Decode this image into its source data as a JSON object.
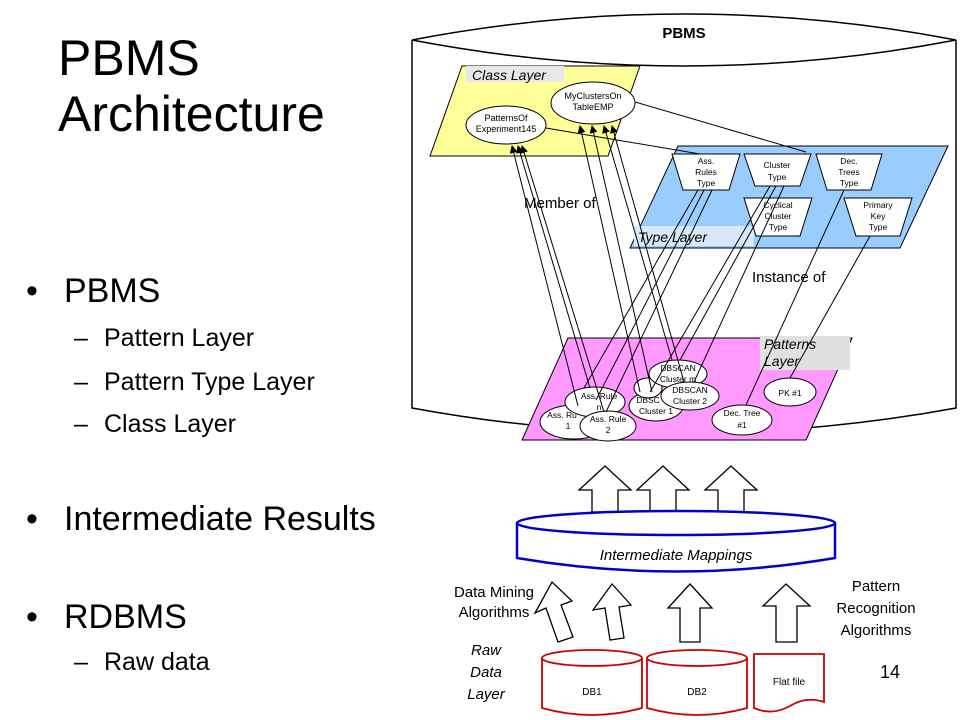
{
  "slide": {
    "title_line1": "PBMS",
    "title_line2": "Architecture",
    "page_number": "14"
  },
  "bullets": [
    {
      "label": "PBMS",
      "sub": [
        "Pattern Layer",
        "Pattern Type Layer",
        "Class Layer"
      ]
    },
    {
      "label": "Intermediate Results",
      "sub": []
    },
    {
      "label": "RDBMS",
      "sub": [
        "Raw data"
      ]
    }
  ],
  "diagram": {
    "pbms_label": "PBMS",
    "class_layer": {
      "label": "Class Layer",
      "nodes": [
        {
          "lines": [
            "PatternsOf",
            "Experiment145"
          ]
        },
        {
          "lines": [
            "MyClustersOn",
            "TableEMP"
          ]
        }
      ]
    },
    "type_layer": {
      "label": "Type Layer",
      "nodes": [
        {
          "lines": [
            "Ass.",
            "Rules",
            "Type"
          ]
        },
        {
          "lines": [
            "Cluster",
            "Type"
          ]
        },
        {
          "lines": [
            "Dec.",
            "Trees",
            "Type"
          ]
        },
        {
          "lines": [
            "Cyclical",
            "Cluster",
            "Type"
          ]
        },
        {
          "lines": [
            "Primary",
            "Key",
            "Type"
          ]
        }
      ]
    },
    "patterns_layer": {
      "label_line1": "Patterns",
      "label_line2": "Layer",
      "nodes": [
        {
          "lines": [
            "Ass. Ru",
            "1"
          ]
        },
        {
          "lines": [
            "Ass. Rule",
            "n"
          ]
        },
        {
          "lines": [
            "Ass. Rule",
            "2"
          ]
        },
        {
          "lines": [
            "DBSC",
            "Cluster 1"
          ]
        },
        {
          "lines": [
            "DBSCAN",
            "Cluster m"
          ]
        },
        {
          "lines": [
            "DBSCAN",
            "Cluster 2"
          ]
        },
        {
          "lines": [
            "PK #1"
          ]
        },
        {
          "lines": [
            "Dec. Tree",
            "#1"
          ]
        }
      ]
    },
    "member_of": "Member of",
    "instance_of": "Instance of",
    "intermediate_mappings": "Intermediate Mappings",
    "data_mining": [
      "Data Mining",
      "Algorithms"
    ],
    "pattern_recognition": [
      "Pattern",
      "Recognition",
      "Algorithms"
    ],
    "raw_data_layer": [
      "Raw",
      "Data",
      "Layer"
    ],
    "db1": "DB1",
    "db2": "DB2",
    "flat_file": "Flat file"
  }
}
